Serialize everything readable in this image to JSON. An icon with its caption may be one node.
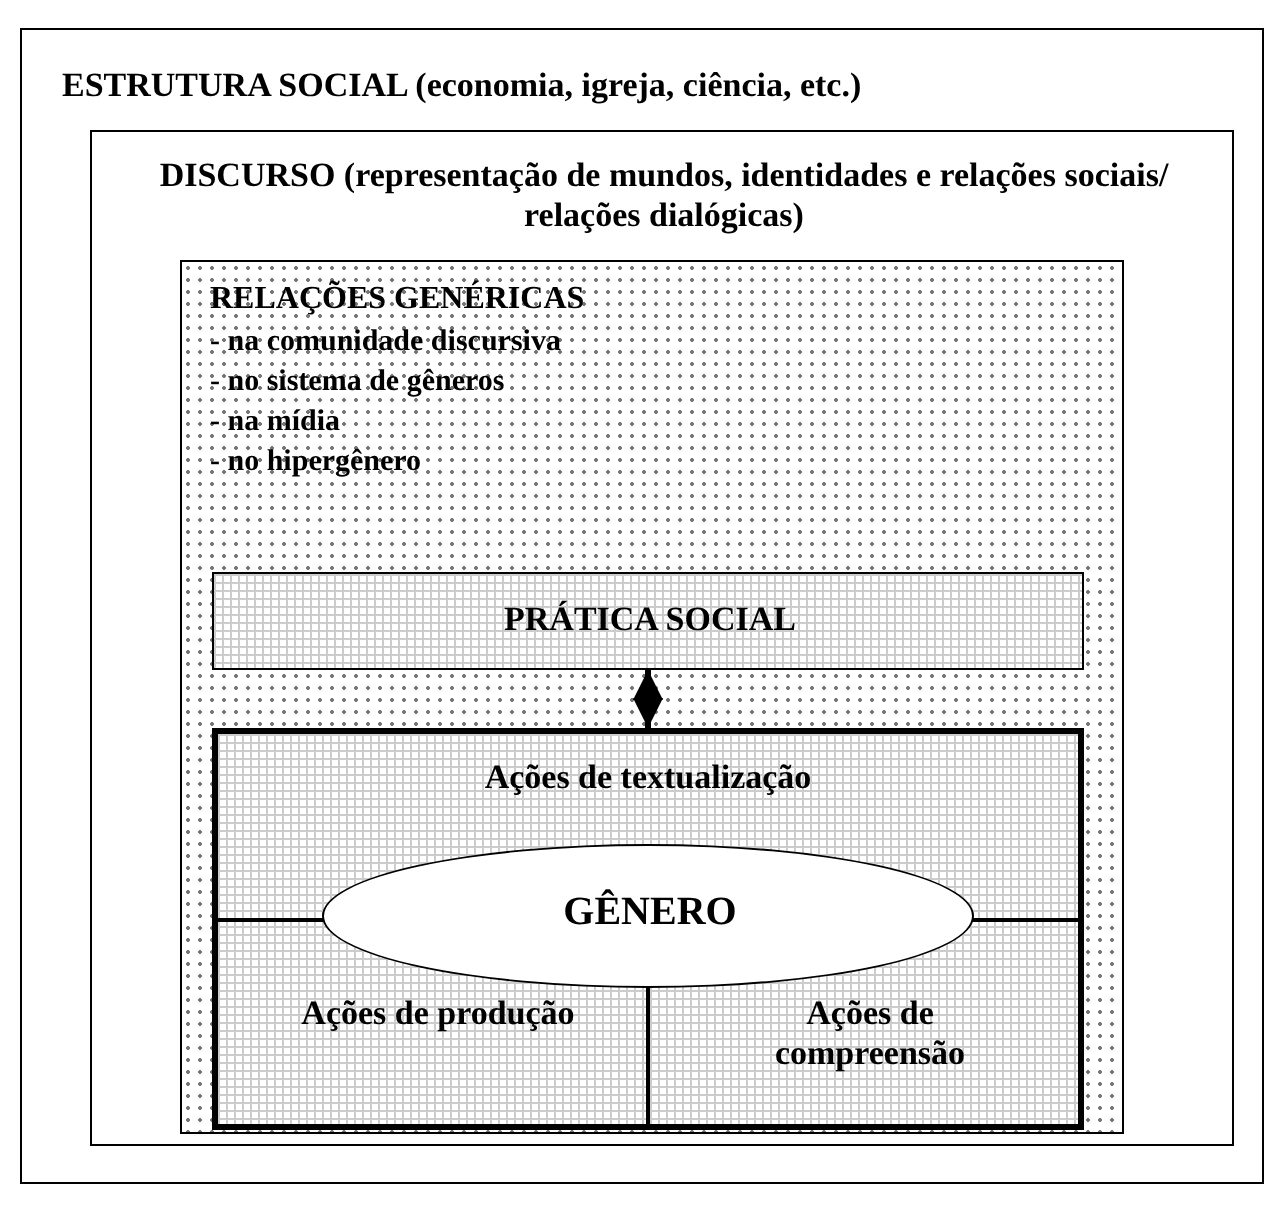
{
  "diagram": {
    "nodes": [
      {
        "text": [
          "ESTRUTURA SOCIAL (economia, igreja, ciência, etc.)"
        ]
      },
      {
        "text": [
          "DISCURSO (representação de mundos, identidades e relações sociais/ relações dialógicas)"
        ],
        "in": 0
      },
      {
        "text": [
          "RELAÇÕES GENÉRICAS",
          "- na comunidade discursiva",
          "- no sistema de gêneros",
          "- na mídia",
          "- no hipergênero"
        ],
        "in": 1
      },
      {
        "text": [
          "PRÁTICA SOCIAL"
        ],
        "in": 2
      },
      {
        "text": [],
        "shape": "box",
        "in": 2
      },
      {
        "text": [
          "Ações de textualização"
        ],
        "in": 4
      },
      {
        "text": [
          "Ações de produção"
        ],
        "in": 4
      },
      {
        "text": [
          "Ações de compreensão"
        ],
        "in": 4
      },
      {
        "text": [
          "GÊNERO"
        ],
        "in": 4
      }
    ],
    "edges": [
      {
        "from": 3,
        "to": 4,
        "arrow": "both"
      }
    ]
  }
}
